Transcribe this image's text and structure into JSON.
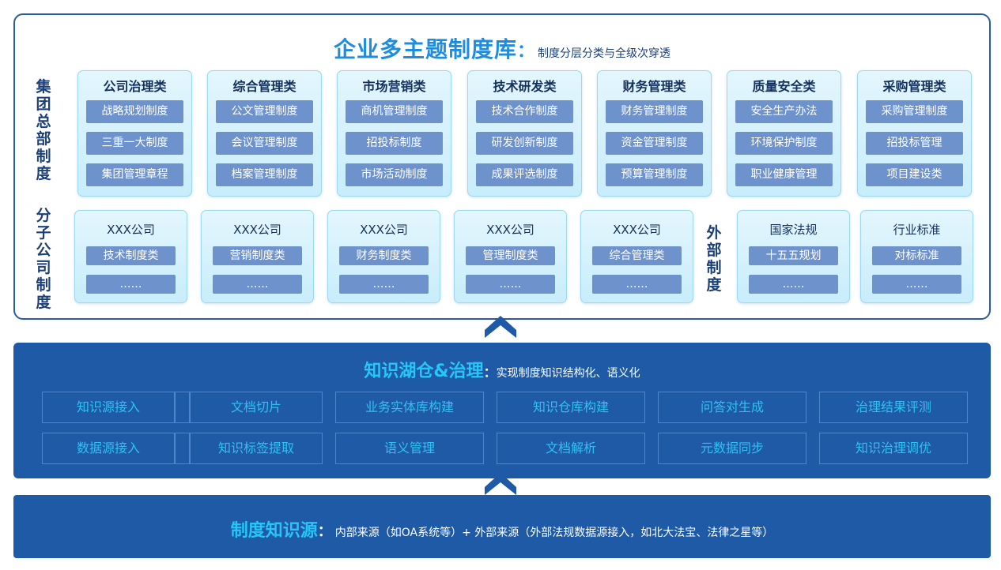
{
  "top": {
    "title_main": "企业多主题制度库",
    "title_colon": "：",
    "title_sub": "制度分层分类与全级次穿透",
    "group_label": "集团总部制度",
    "sub_label": "分子公司制度",
    "external_label": "外部制度",
    "categories": [
      {
        "title": "公司治理类",
        "items": [
          "战略规划制度",
          "三重一大制度",
          "集团管理章程"
        ]
      },
      {
        "title": "综合管理类",
        "items": [
          "公文管理制度",
          "会议管理制度",
          "档案管理制度"
        ]
      },
      {
        "title": "市场营销类",
        "items": [
          "商机管理制度",
          "招投标制度",
          "市场活动制度"
        ]
      },
      {
        "title": "技术研发类",
        "items": [
          "技术合作制度",
          "研发创新制度",
          "成果评选制度"
        ]
      },
      {
        "title": "财务管理类",
        "items": [
          "财务管理制度",
          "资金管理制度",
          "预算管理制度"
        ]
      },
      {
        "title": "质量安全类",
        "items": [
          "安全生产办法",
          "环境保护制度",
          "职业健康管理"
        ]
      },
      {
        "title": "采购管理类",
        "items": [
          "采购管理制度",
          "招投标管理",
          "项目建设类"
        ]
      }
    ],
    "companies": [
      {
        "title": "XXX公司",
        "items": [
          "技术制度类",
          "……"
        ]
      },
      {
        "title": "XXX公司",
        "items": [
          "营销制度类",
          "……"
        ]
      },
      {
        "title": "XXX公司",
        "items": [
          "财务制度类",
          "……"
        ]
      },
      {
        "title": "XXX公司",
        "items": [
          "管理制度类",
          "……"
        ]
      },
      {
        "title": "XXX公司",
        "items": [
          "综合管理类",
          "……"
        ]
      }
    ],
    "externals": [
      {
        "title": "国家法规",
        "items": [
          "十五五规划",
          "……"
        ]
      },
      {
        "title": "行业标准",
        "items": [
          "对标标准",
          "……"
        ]
      }
    ]
  },
  "middle": {
    "title_main": "知识湖仓&治理",
    "title_colon": "：",
    "title_sub": "实现制度知识结构化、语义化",
    "row1": [
      "知识源接入",
      "文档切片",
      "业务实体库构建",
      "知识仓库构建",
      "问答对生成",
      "治理结果评测"
    ],
    "row2": [
      "数据源接入",
      "知识标签提取",
      "语义管理",
      "文档解析",
      "元数据同步",
      "知识治理调优"
    ]
  },
  "bottom": {
    "title_main": "制度知识源",
    "title_colon": "：",
    "title_sub": "内部来源（如OA系统等）+ 外部来源（外部法规数据源接入，如北大法宝、法律之星等）"
  },
  "colors": {
    "accent_cyan": "#26c6f7",
    "panel_blue": "#1f5aa6",
    "title_blue": "#1e8de0",
    "pill_blue": "#6e93cc",
    "card_bg": "#d4f1fc"
  },
  "icons": {
    "chevron": "chevron-up-icon"
  }
}
